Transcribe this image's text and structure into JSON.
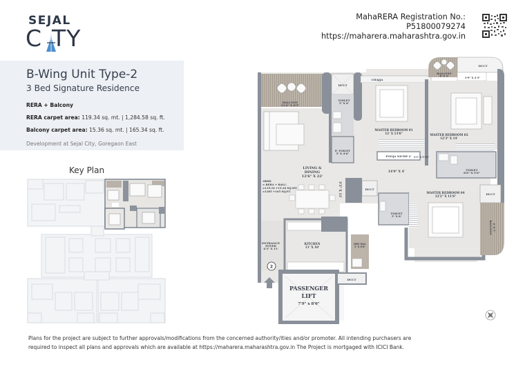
{
  "brand": {
    "top": "SEJAL",
    "bottom_left": "C",
    "bottom_right": "TY",
    "accent_color": "#4a8fd0",
    "text_color": "#2c3646"
  },
  "registration": {
    "label": "MahaRERA Registration No.:",
    "number": "P51800079274",
    "url": "https://maharera.maharashtra.gov.in",
    "qr_icon": "qr-code"
  },
  "unit": {
    "title": "B-Wing Unit Type-2",
    "subtitle": "3 Bed Signature Residence",
    "area_heading": "RERA + Balcony",
    "rera_label": "RERA carpet area:",
    "rera_value": " 119.34 sq. mt. | 1,284.58 sq. ft.",
    "balcony_label": "Balcony carpet area:",
    "balcony_value": " 15.36 sq. mt. | 165.34 sq. ft.",
    "location": "Development at Sejal City, Goregaon East"
  },
  "key_plan": {
    "title": "Key Plan"
  },
  "floor_plan": {
    "rooms": {
      "balcony_main": {
        "name": "BALCONY",
        "size": "11'6\" X 6'9\""
      },
      "duct_top": {
        "name": "DUCT"
      },
      "toilet_1": {
        "name": "TOILET",
        "size": "5' X 8'"
      },
      "chajja": {
        "name": "CHAJJA"
      },
      "balcony_top": {
        "name": "BALCONY",
        "size": "8' X 5'"
      },
      "duct_top_right": {
        "name": "DUCT"
      },
      "niche_top_right": {
        "size": "3'9\" X 2'3\""
      },
      "master_bed_1": {
        "name": "MASTER BEDROOM 01",
        "size": "12' X 13'6\""
      },
      "master_bed_2": {
        "name": "MASTER BEDROOM 02",
        "size": "12'3\" X 14'"
      },
      "p_toilet": {
        "name": "P. TOILET",
        "size": "5' X 4'6\""
      },
      "pooja": {
        "name": "POOJA NICHE 2'"
      },
      "small_niche": {
        "size": "3'3\" X 5'10\""
      },
      "living": {
        "name": "LIVING &",
        "name2": "DINING",
        "size": "12'6\" X 22'"
      },
      "passage": {
        "size": "14'9\" X 4'"
      },
      "toilet_3": {
        "name": "TOILET",
        "size": "8'6\" X 5'6\""
      },
      "bhk_note": {
        "l1": "3BHK",
        "l2": "= RERA + BALC.",
        "l3": "=119.34 +15.36 SQ.MT.",
        "l4": "=1285 +165 SQ.FT."
      },
      "passage_vertical": {
        "size": "3'5\" X 11'"
      },
      "duct_mid": {
        "name": "DUCT"
      },
      "duct_right": {
        "name": "DUCT"
      },
      "master_bed_4": {
        "name": "MASTER BEDROOM 04",
        "size": "12'2\" X 11'6\""
      },
      "toilet_2": {
        "name": "TOILET",
        "size": "5' X 8'"
      },
      "balcony_right": {
        "name": "BALCONY",
        "size": "4' X 7'"
      },
      "foyer": {
        "name": "ENTRANCE",
        "name2": "FOYER",
        "size": "4'3\" X 11'"
      },
      "kitchen": {
        "name": "KITCHEN",
        "size": "11' X 10'"
      },
      "dry_bal": {
        "name": "DRY BAL",
        "size": "3' X 6'6\""
      },
      "duct_bottom": {
        "name": "DUCT"
      },
      "lift": {
        "name": "PASSENGER",
        "name2": "LIFT",
        "size": "7'9\" x 8'6\""
      }
    },
    "door_number": "2",
    "entry_icon": "up-arrow",
    "compass_icon": "north-compass"
  },
  "footer": {
    "line1": "Plans for the project are subject to further approvals/modifications from the concerned authority/ities and/or promoter. All intending purchasers are",
    "line2": "required to inspect all plans and approvals which are available at https://maharera.maharashtra.gov.in The Project is mortgaged with ICICI Bank."
  }
}
